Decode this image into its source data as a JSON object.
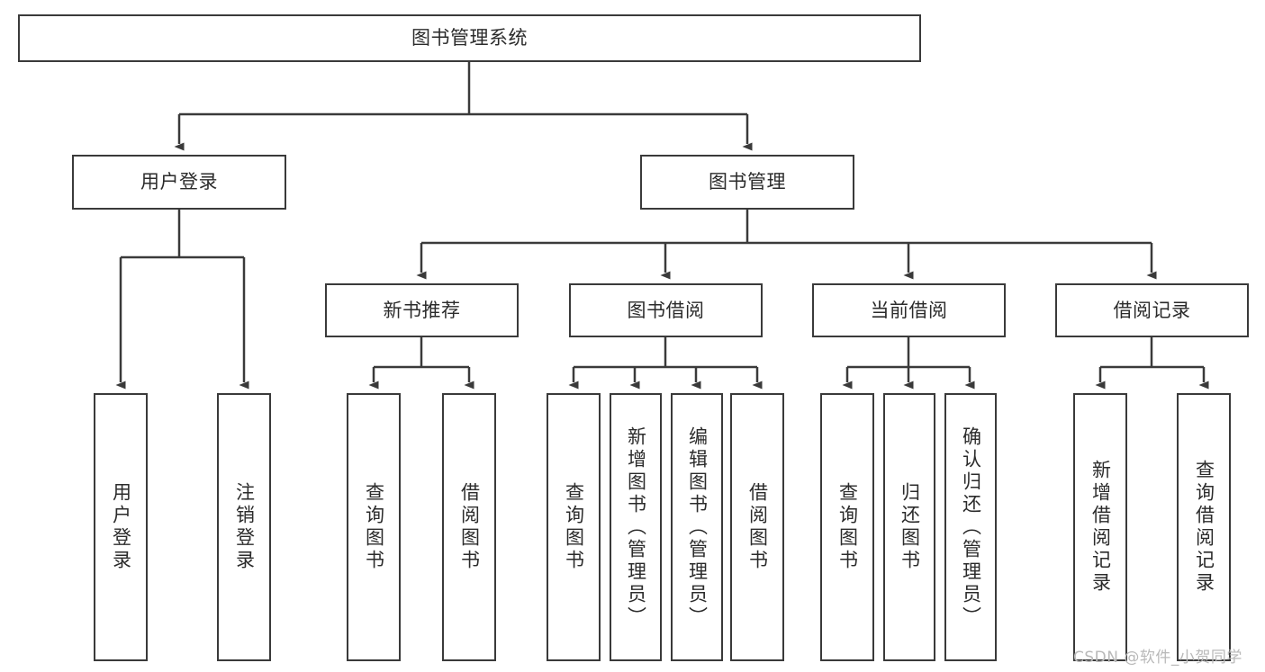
{
  "diagram": {
    "type": "tree-hierarchy",
    "title": "图书管理系统",
    "watermark": "CSDN @软件_小贺同学",
    "colors": {
      "background": "#ffffff",
      "box_border": "#3a3a3a",
      "box_fill": "#ffffff",
      "text": "#2b2b2b",
      "connector": "#3a3a3a",
      "watermark": "#b9b9b9"
    },
    "nodes": {
      "root": {
        "label": "图书管理系统"
      },
      "level1": [
        {
          "id": "user-login",
          "label": "用户登录"
        },
        {
          "id": "book-management",
          "label": "图书管理"
        }
      ],
      "level2": [
        {
          "id": "new-book-recommend",
          "label": "新书推荐",
          "parent": "book-management"
        },
        {
          "id": "book-borrow",
          "label": "图书借阅",
          "parent": "book-management"
        },
        {
          "id": "current-borrow",
          "label": "当前借阅",
          "parent": "book-management"
        },
        {
          "id": "borrow-record",
          "label": "借阅记录",
          "parent": "book-management"
        }
      ],
      "leaves": [
        {
          "id": "leaf-user-login",
          "label": "用户登录",
          "parent": "user-login"
        },
        {
          "id": "leaf-user-logout",
          "label": "注销登录",
          "parent": "user-login"
        },
        {
          "id": "leaf-query-book-1",
          "label": "查询图书",
          "parent": "new-book-recommend"
        },
        {
          "id": "leaf-borrow-book-1",
          "label": "借阅图书",
          "parent": "new-book-recommend"
        },
        {
          "id": "leaf-query-book-2",
          "label": "查询图书",
          "parent": "book-borrow"
        },
        {
          "id": "leaf-add-book",
          "label": "新增图书（管理员）",
          "parent": "book-borrow"
        },
        {
          "id": "leaf-edit-book",
          "label": "编辑图书（管理员）",
          "parent": "book-borrow"
        },
        {
          "id": "leaf-borrow-book-2",
          "label": "借阅图书",
          "parent": "book-borrow"
        },
        {
          "id": "leaf-query-book-3",
          "label": "查询图书",
          "parent": "current-borrow"
        },
        {
          "id": "leaf-return-book",
          "label": "归还图书",
          "parent": "current-borrow"
        },
        {
          "id": "leaf-confirm-return",
          "label": "确认归还（管理员）",
          "parent": "current-borrow"
        },
        {
          "id": "leaf-add-record",
          "label": "新增借阅记录",
          "parent": "borrow-record"
        },
        {
          "id": "leaf-query-record",
          "label": "查询借阅记录",
          "parent": "borrow-record"
        }
      ]
    }
  }
}
